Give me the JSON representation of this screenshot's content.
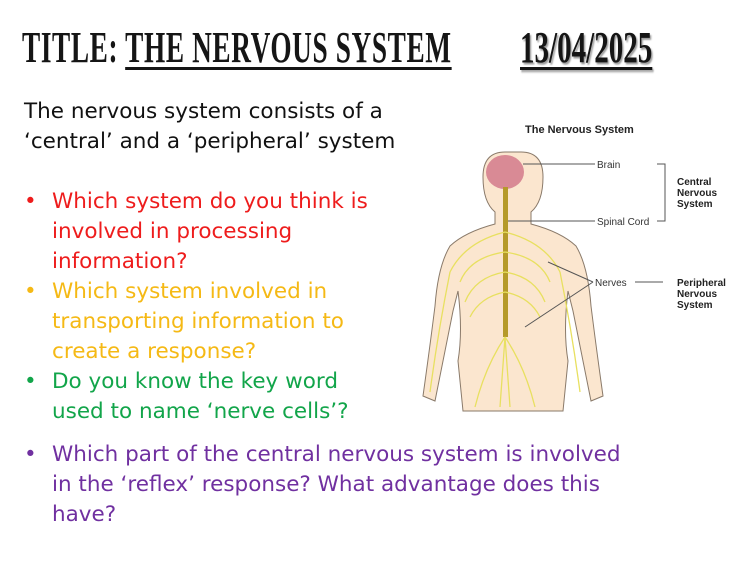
{
  "header": {
    "title_prefix": "TITLE:",
    "title": "THE NERVOUS SYSTEM",
    "date": "13/04/2025"
  },
  "intro": [
    "The nervous system consists of a",
    "‘central’ and a ‘peripheral’ system"
  ],
  "bullet_char": "•",
  "questions": [
    {
      "lines": [
        "Which system do you think is",
        "involved in processing",
        "information?"
      ],
      "color": "#ee1c1c"
    },
    {
      "lines": [
        "Which system involved in",
        "transporting information to",
        "create a response?"
      ],
      "color": "#f5b915"
    },
    {
      "lines": [
        "Do you know the key word",
        "used to name ‘nerve cells’?"
      ],
      "color": "#12a54a"
    },
    {
      "lines": [
        "Which part of the central nervous system is involved",
        "in the ‘reflex’ response? What advantage does this",
        "have?"
      ],
      "color": "#7030a0"
    }
  ],
  "diagram": {
    "title": "The Nervous System",
    "labels": {
      "brain": "Brain",
      "spinal_cord": "Spinal Cord",
      "nerves": "Nerves"
    },
    "cns": [
      "Central",
      "Nervous",
      "System"
    ],
    "pns": [
      "Peripheral",
      "Nervous",
      "System"
    ]
  }
}
